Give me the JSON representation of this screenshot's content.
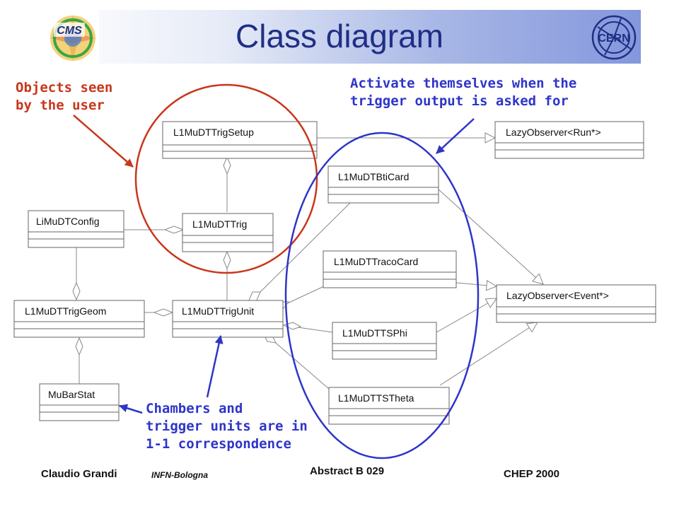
{
  "title": "Class diagram",
  "logos": {
    "left": "CMS",
    "right": "CERN"
  },
  "classes": [
    {
      "id": "setup",
      "name": "L1MuDTTrigSetup"
    },
    {
      "id": "trig",
      "name": "L1MuDTTrig"
    },
    {
      "id": "config",
      "name": "LiMuDTConfig"
    },
    {
      "id": "geom",
      "name": "L1MuDTTrigGeom"
    },
    {
      "id": "unit",
      "name": "L1MuDTTrigUnit"
    },
    {
      "id": "mubar",
      "name": "MuBarStat"
    },
    {
      "id": "bti",
      "name": "L1MuDTBtiCard"
    },
    {
      "id": "traco",
      "name": "L1MuDTTracoCard"
    },
    {
      "id": "tsphi",
      "name": "L1MuDTTSPhi"
    },
    {
      "id": "tstheta",
      "name": "L1MuDTTSTheta"
    },
    {
      "id": "lazyrun",
      "name": "LazyObserver<Run*>"
    },
    {
      "id": "lazyevent",
      "name": "LazyObserver<Event*>"
    }
  ],
  "annotations": {
    "user_objects": [
      "Objects seen",
      "by the user"
    ],
    "activate": [
      "Activate themselves when the",
      "trigger output is asked for"
    ],
    "chambers": [
      "Chambers and",
      "trigger units are in",
      "1-1 correspondence"
    ]
  },
  "colors": {
    "title": "#1f2f86",
    "red": "#c9361c",
    "blue": "#2e35c8"
  },
  "footer": {
    "author": "Claudio Grandi",
    "affiliation": "INFN-Bologna",
    "abstract": "Abstract B 029",
    "conference": "CHEP 2000"
  }
}
